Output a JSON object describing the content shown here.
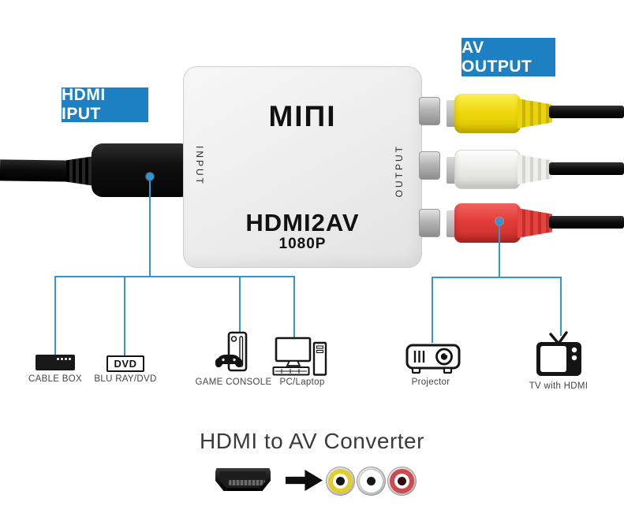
{
  "callouts": {
    "input": "HDMI IPUT",
    "output": "AV OUTPUT"
  },
  "device": {
    "brand": "MIΠI",
    "model": "HDMI2AV",
    "resolution": "1080P",
    "input_port_label": "INPUT",
    "output_port_label": "OUTPUT"
  },
  "sources": [
    {
      "label": "CABLE BOX"
    },
    {
      "label": "BLU RAY/DVD",
      "icon_text": "DVD"
    },
    {
      "label": "GAME CONSOLE"
    },
    {
      "label": "PC/Laptop"
    }
  ],
  "destinations": [
    {
      "label": "Projector"
    },
    {
      "label": "TV with HDMI"
    }
  ],
  "footer": {
    "title": "HDMI to AV Converter"
  },
  "colors": {
    "callout_bg": "#1c80c3",
    "connector_line": "#2f97d4",
    "rca_yellow": "#efd90e",
    "rca_white": "#f0f0ee",
    "rca_red": "#e23d3a"
  }
}
